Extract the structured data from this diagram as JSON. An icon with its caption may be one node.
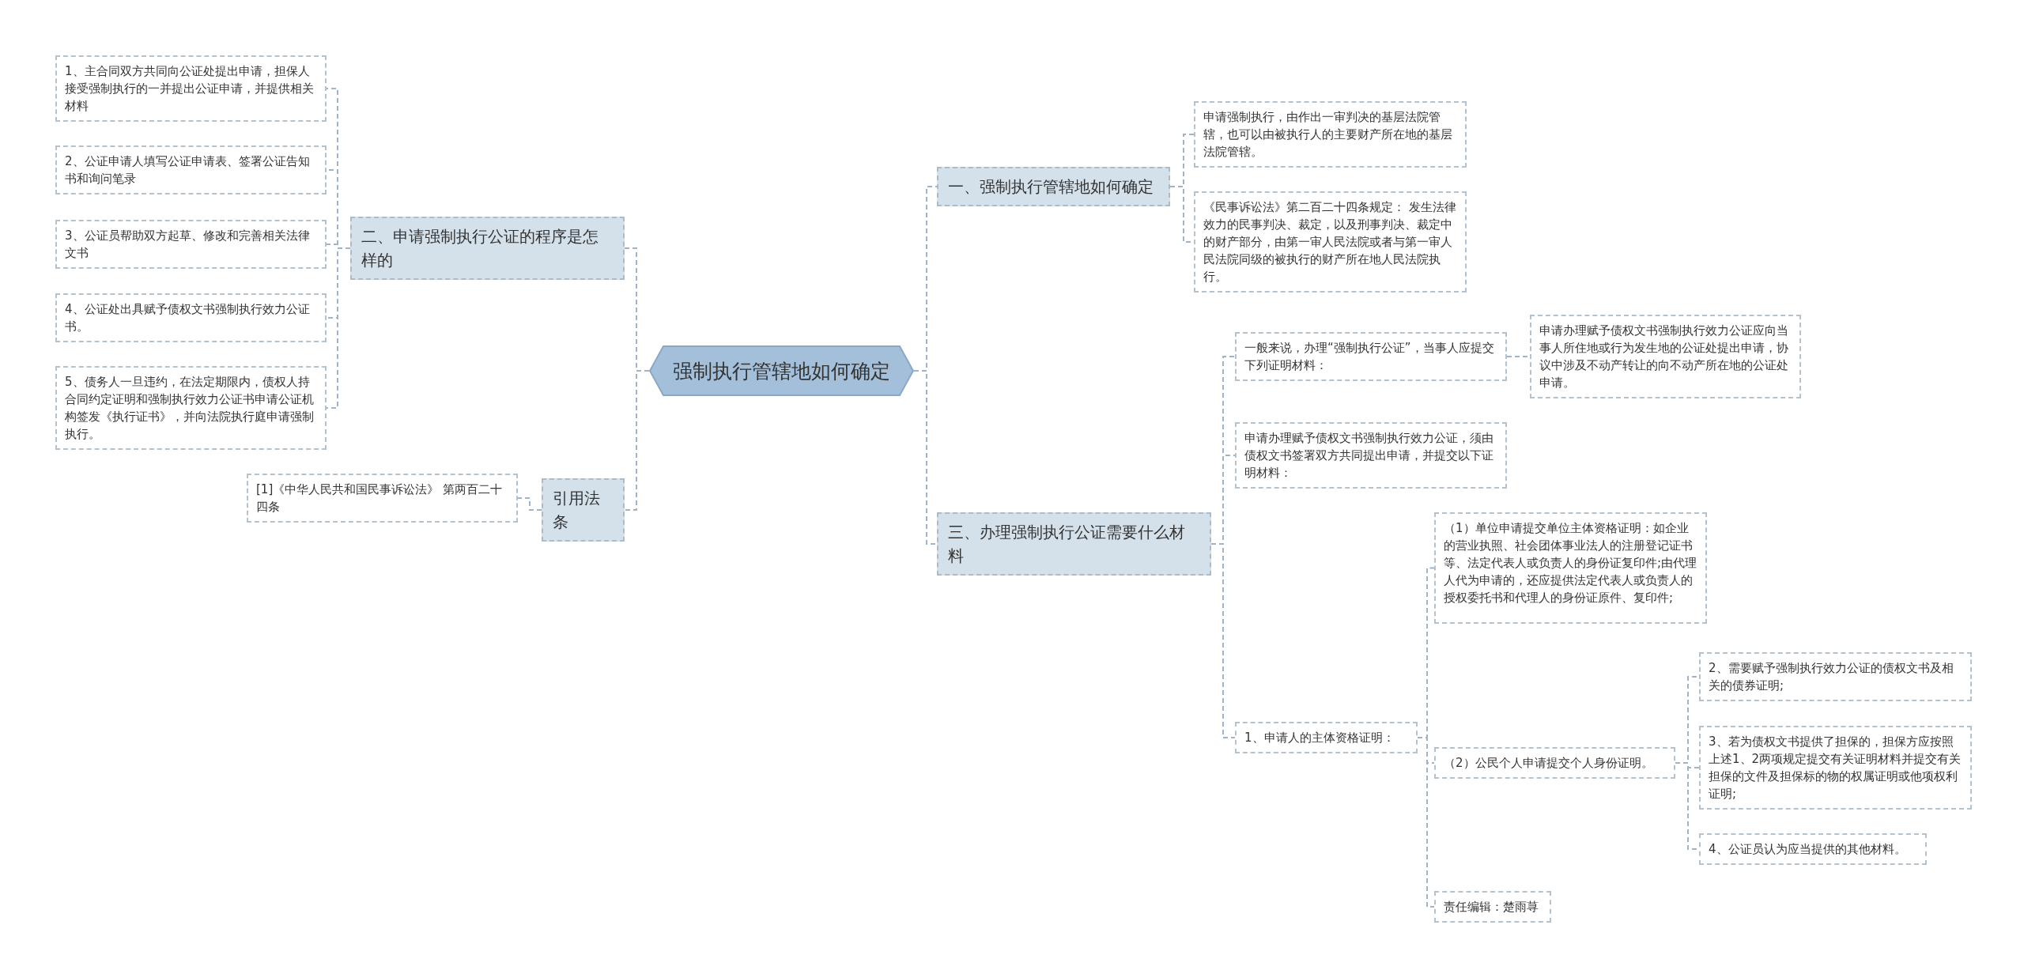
{
  "diagram": {
    "nodes": [
      {
        "text": [
          "强制执行管辖地如何确定"
        ]
      },
      {
        "text": [
          "二、申请强制执行公证的程序是怎样的"
        ]
      },
      {
        "text": [
          "1、主合同双方共同向公证处提出申请，担保人接受强制执行的一并提出公证申请，并提供相关材料"
        ]
      },
      {
        "text": [
          "2、公证申请人填写公证申请表、签署公证告知书和询问笔录"
        ]
      },
      {
        "text": [
          "3、公证员帮助双方起草、修改和完善相关法律文书"
        ]
      },
      {
        "text": [
          "4、公证处出具赋予债权文书强制执行效力公证书。"
        ]
      },
      {
        "text": [
          "5、债务人一旦违约，在法定期限内，债权人持合同约定证明和强制执行效力公证书申请公证机构签发《执行证书》，并向法院执行庭申请强制执行。"
        ]
      },
      {
        "text": [
          "引用法条"
        ]
      },
      {
        "text": [
          "[1]《中华人民共和国民事诉讼法》 第两百二十四条"
        ]
      },
      {
        "text": [
          "一、强制执行管辖地如何确定"
        ]
      },
      {
        "text": [
          "申请强制执行，由作出一审判决的基层法院管辖，也可以由被执行人的主要财产所在地的基层法院管辖。"
        ]
      },
      {
        "text": [
          "《民事诉讼法》第二百二十四条规定： 发生法律效力的民事判决、裁定，以及刑事判决、裁定中的财产部分，由第一审人民法院或者与第一审人民法院同级的被执行的财产所在地人民法院执行。"
        ]
      },
      {
        "text": [
          "三、办理强制执行公证需要什么材料"
        ]
      },
      {
        "text": [
          "一般来说，办理“强制执行公证”，当事人应提交下列证明材料："
        ]
      },
      {
        "text": [
          "申请办理赋予债权文书强制执行效力公证应向当事人所住地或行为发生地的公证处提出申请，协议中涉及不动产转让的向不动产所在地的公证处申请。"
        ]
      },
      {
        "text": [
          "申请办理赋予债权文书强制执行效力公证，须由债权文书签署双方共同提出申请，并提交以下证明材料："
        ]
      },
      {
        "text": [
          "1、申请人的主体资格证明："
        ]
      },
      {
        "text": [
          "（1）单位申请提交单位主体资格证明：如企业的营业执照、社会团体事业法人的注册登记证书等、法定代表人或负责人的身份证复印件;由代理人代为申请的，还应提供法定代表人或负责人的授权委托书和代理人的身份证原件、复印件;"
        ]
      },
      {
        "text": [
          "（2）公民个人申请提交个人身份证明。"
        ]
      },
      {
        "text": [
          "2、需要赋予强制执行效力公证的债权文书及相关的债券证明;"
        ]
      },
      {
        "text": [
          "3、若为债权文书提供了担保的，担保方应按照上述1、2两项规定提交有关证明材料并提交有关担保的文件及担保标的物的权属证明或他项权利证明;"
        ]
      },
      {
        "text": [
          "4、公证员认为应当提供的其他材料。"
        ]
      },
      {
        "text": [
          "责任编辑：楚雨荨"
        ]
      }
    ],
    "edges": [
      {
        "from": 0,
        "to": 1,
        "arrow": "none"
      },
      {
        "from": 1,
        "to": 2,
        "arrow": "none"
      },
      {
        "from": 1,
        "to": 3,
        "arrow": "none"
      },
      {
        "from": 1,
        "to": 4,
        "arrow": "none"
      },
      {
        "from": 1,
        "to": 5,
        "arrow": "none"
      },
      {
        "from": 1,
        "to": 6,
        "arrow": "none"
      },
      {
        "from": 0,
        "to": 7,
        "arrow": "none"
      },
      {
        "from": 7,
        "to": 8,
        "arrow": "none"
      },
      {
        "from": 0,
        "to": 9,
        "arrow": "none"
      },
      {
        "from": 9,
        "to": 10,
        "arrow": "none"
      },
      {
        "from": 9,
        "to": 11,
        "arrow": "none"
      },
      {
        "from": 0,
        "to": 12,
        "arrow": "none"
      },
      {
        "from": 12,
        "to": 13,
        "arrow": "none"
      },
      {
        "from": 13,
        "to": 14,
        "arrow": "none"
      },
      {
        "from": 12,
        "to": 15,
        "arrow": "none"
      },
      {
        "from": 12,
        "to": 16,
        "arrow": "none"
      },
      {
        "from": 16,
        "to": 17,
        "arrow": "none"
      },
      {
        "from": 16,
        "to": 18,
        "arrow": "none"
      },
      {
        "from": 16,
        "to": 22,
        "arrow": "none"
      },
      {
        "from": 18,
        "to": 19,
        "arrow": "none"
      },
      {
        "from": 18,
        "to": 20,
        "arrow": "none"
      },
      {
        "from": 18,
        "to": 21,
        "arrow": "none"
      }
    ]
  }
}
